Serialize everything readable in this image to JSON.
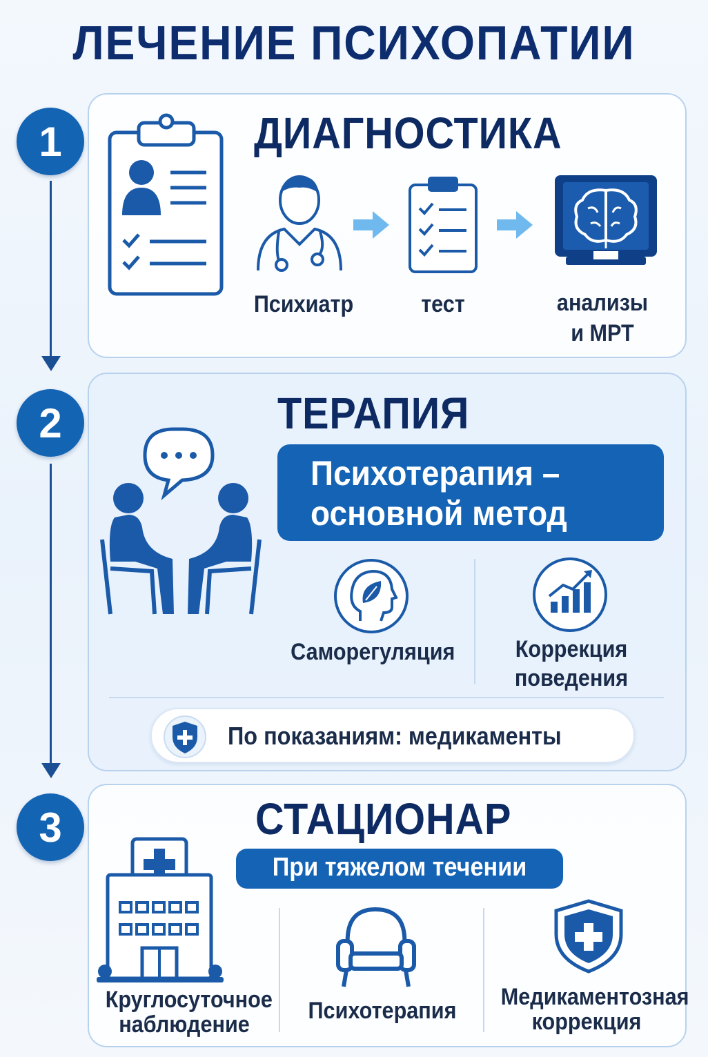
{
  "title": "ЛЕЧЕНИЕ ПСИХОПАТИИ",
  "colors": {
    "primary": "#1464b4",
    "dark": "#0d2a63",
    "accent_light": "#6fb9ee"
  },
  "steps": [
    {
      "number": "1",
      "title": "ДИАГНОСТИКА",
      "items": [
        {
          "label": "Психиатр",
          "icon": "psychiatrist-icon"
        },
        {
          "label": "тест",
          "icon": "test-clipboard-icon"
        },
        {
          "label_line1": "анализы",
          "label_line2": "и МРТ",
          "icon": "brain-mri-icon"
        }
      ],
      "main_icon": "patient-record-icon"
    },
    {
      "number": "2",
      "title": "ТЕРАПИЯ",
      "highlight_line1": "Психотерапия –",
      "highlight_line2": "основной метод",
      "items": [
        {
          "label": "Саморегуляция",
          "icon": "head-leaf-icon"
        },
        {
          "label_line1": "Коррекция",
          "label_line2": "поведения",
          "icon": "growth-chart-icon"
        }
      ],
      "note": "По показаниям: медикаменты",
      "main_icon": "therapy-conversation-icon"
    },
    {
      "number": "3",
      "title": "СТАЦИОНАР",
      "condition": "При тяжелом течении",
      "items": [
        {
          "label_line1": "Круглосуточное",
          "label_line2": "наблюдение",
          "icon": "hospital-icon"
        },
        {
          "label": "Психотерапия",
          "icon": "armchair-icon"
        },
        {
          "label_line1": "Медикаментозная",
          "label_line2": "коррекция",
          "icon": "medical-shield-icon"
        }
      ]
    }
  ]
}
